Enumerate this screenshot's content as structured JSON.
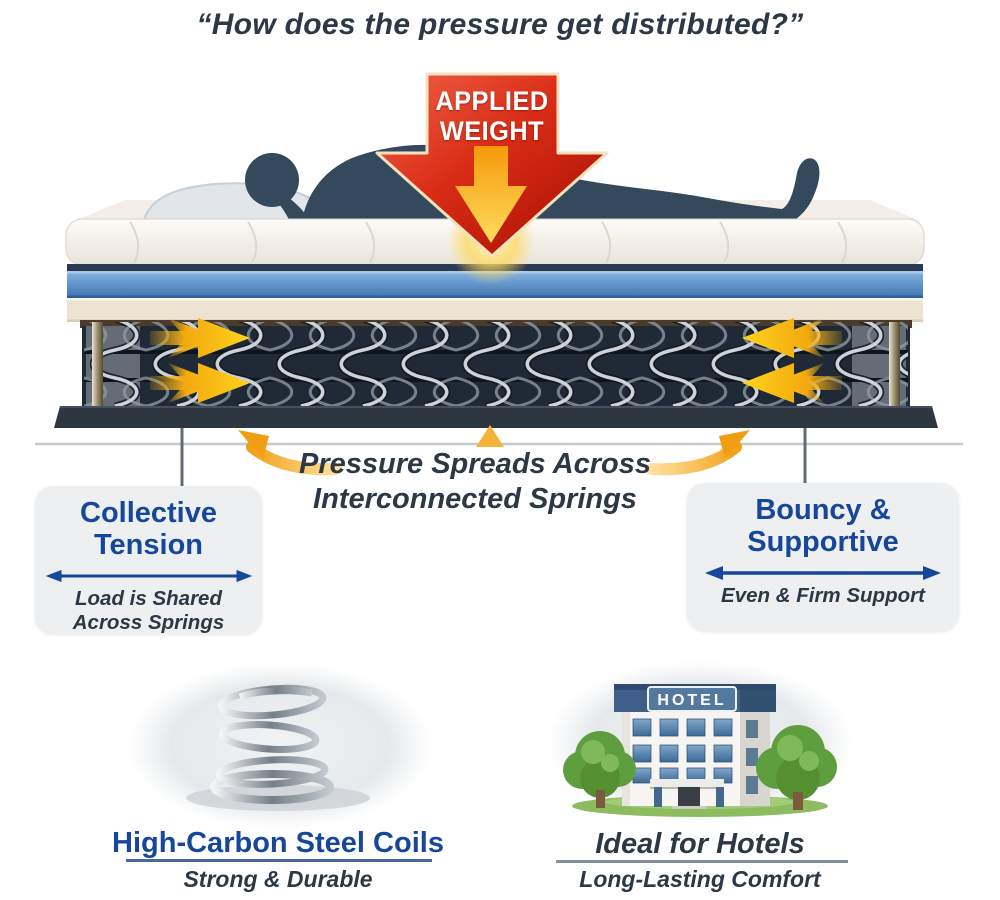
{
  "title": "“How does the pressure get distributed?”",
  "colors": {
    "accent_blue": "#16479a",
    "dark_text": "#2c3845",
    "arrow_red": "#d02712",
    "arrow_gold": "#f3ab10",
    "foam_blue": "#5b94cd",
    "box_bg": "#edeff1"
  },
  "diagram": {
    "applied_weight_label": "APPLIED WEIGHT",
    "pressure_note": {
      "line1": "Pressure Spreads Across",
      "line2": "Interconnected Springs"
    }
  },
  "callouts": {
    "left": {
      "heading": "Collective Tension",
      "subtext": "Load is Shared Across Springs"
    },
    "right": {
      "heading": "Bouncy & Supportive",
      "subtext": "Even & Firm Support"
    }
  },
  "features": {
    "coils": {
      "heading": "High-Carbon Steel Coils",
      "subtext": "Strong & Durable"
    },
    "hotels": {
      "heading": "Ideal for Hotels",
      "subtext": "Long-Lasting Comfort",
      "sign": "HOTEL"
    }
  }
}
